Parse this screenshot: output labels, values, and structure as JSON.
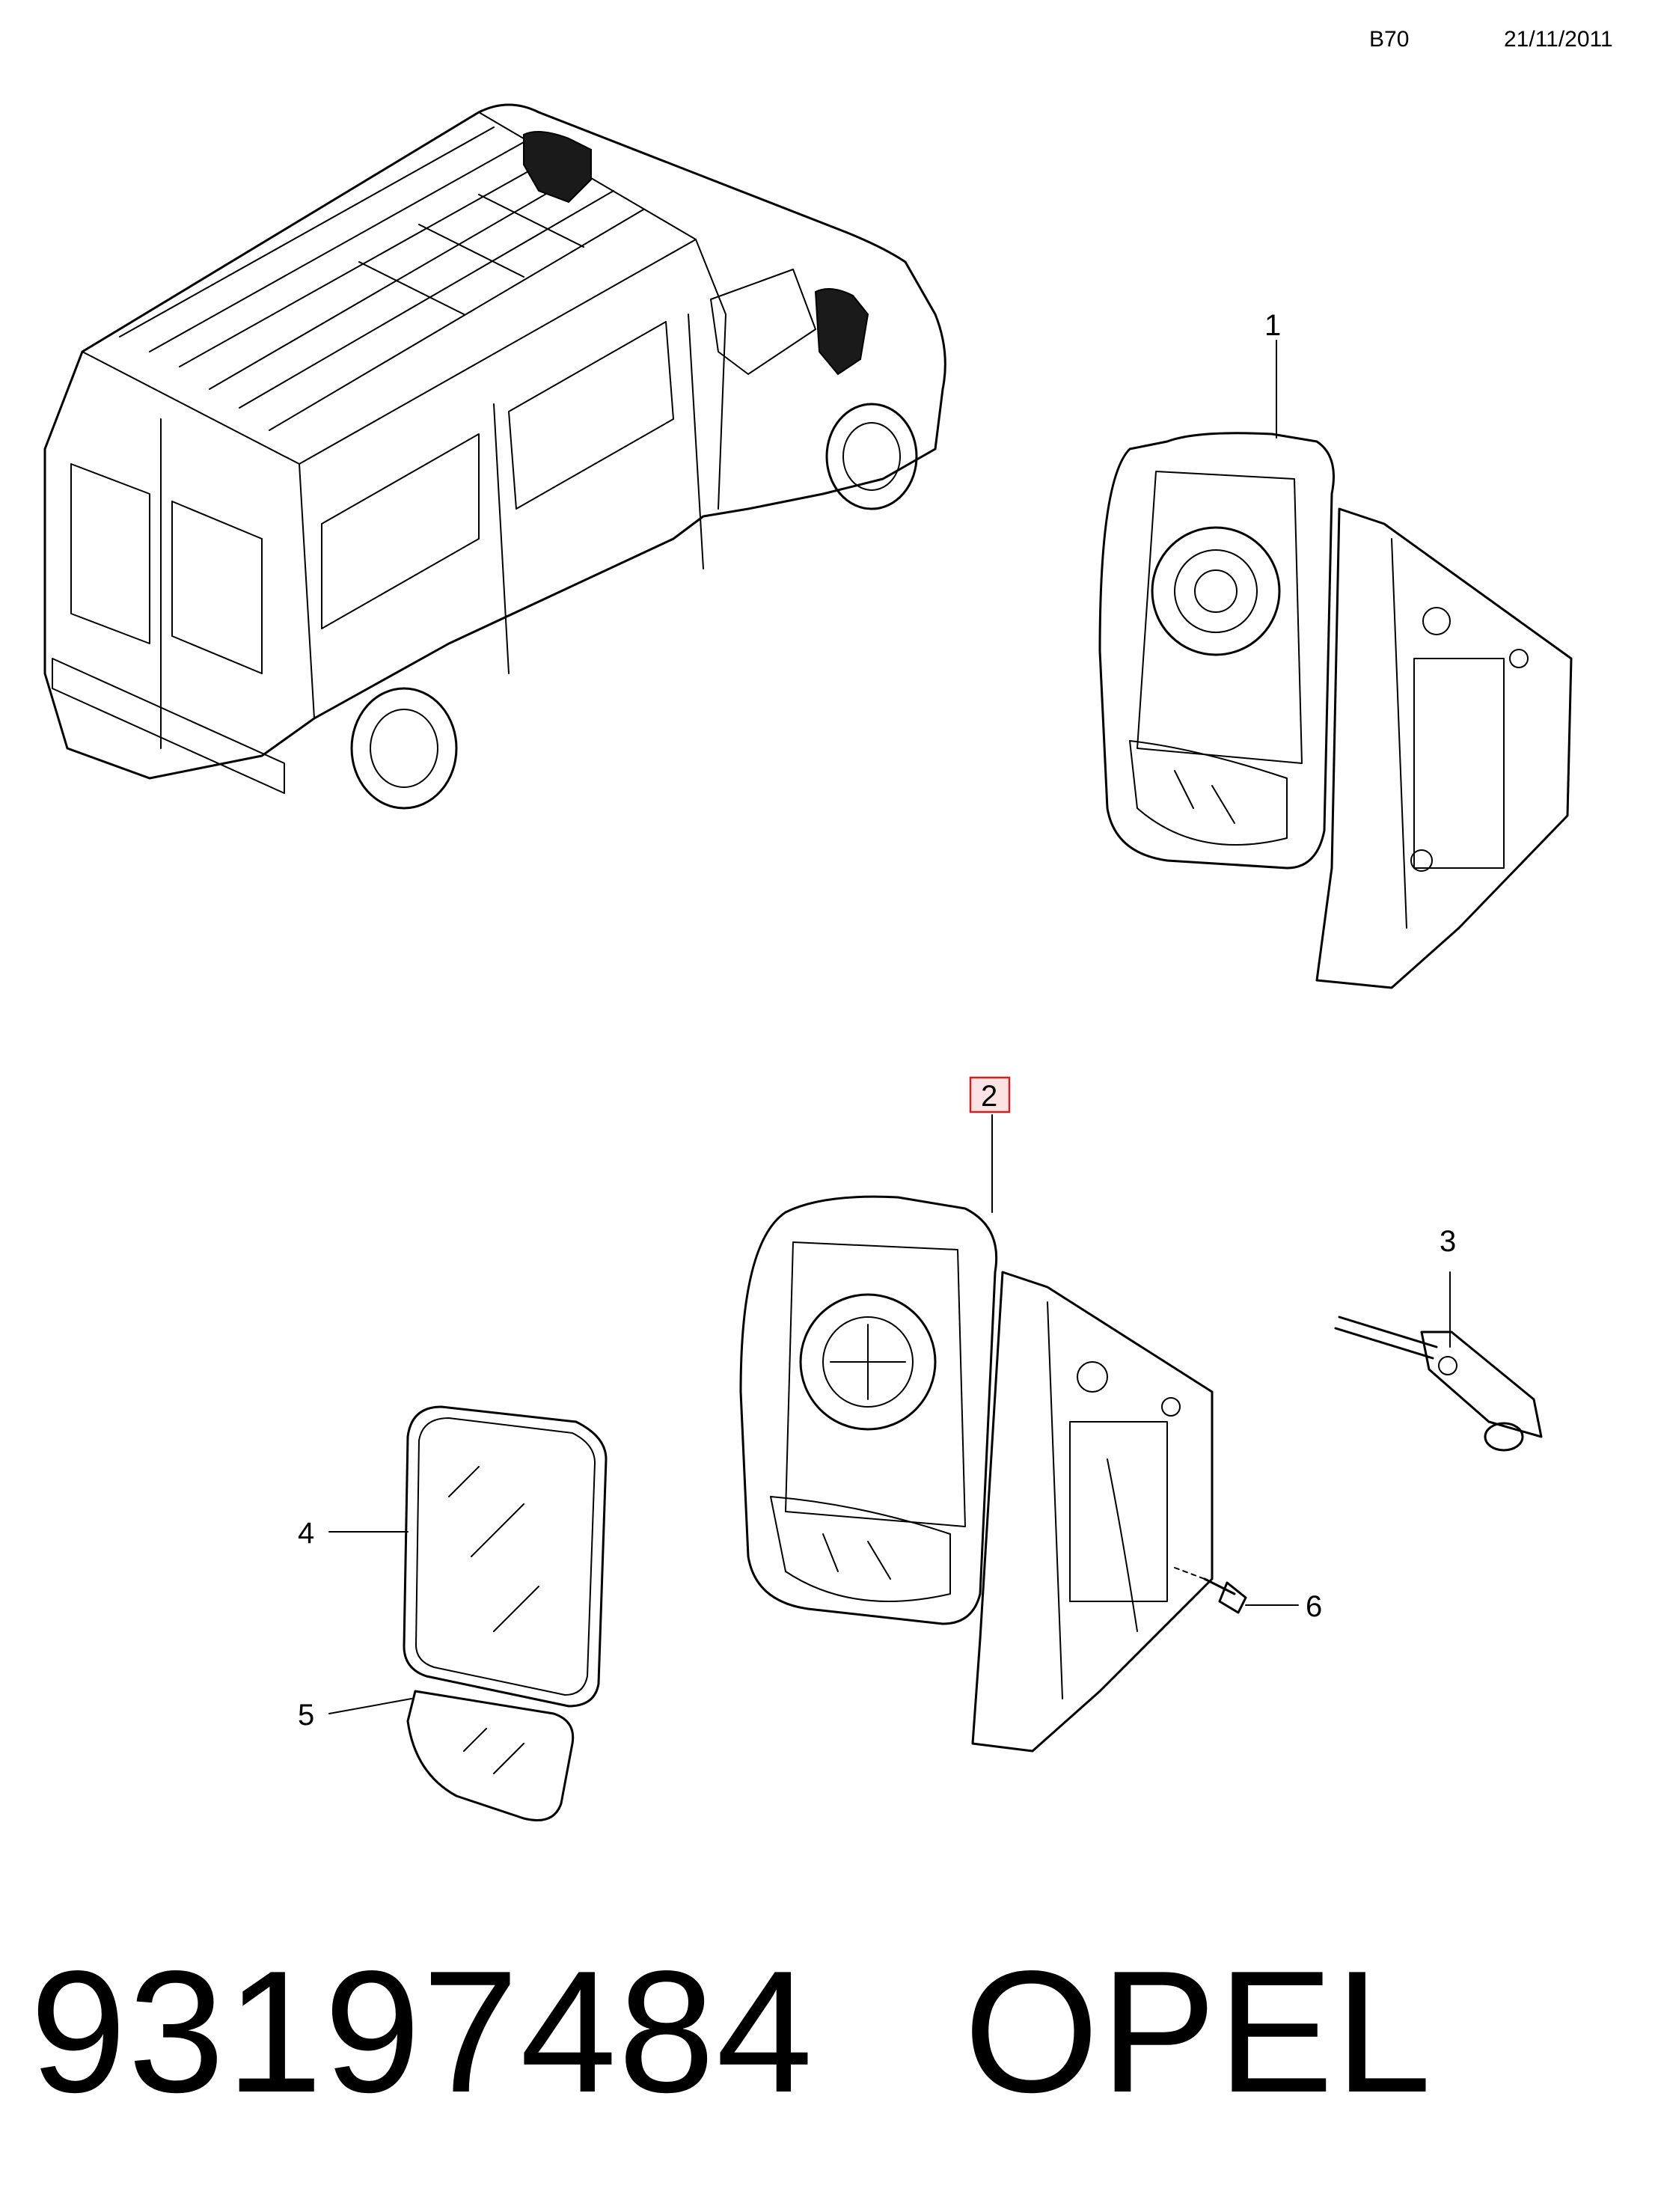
{
  "header": {
    "code": "B70",
    "date": "21/11/2011"
  },
  "callouts": {
    "c1": "1",
    "c2": "2",
    "c3": "3",
    "c4": "4",
    "c5": "5",
    "c6": "6"
  },
  "highlighted_callout": "2",
  "footer": {
    "part_number": "93197484",
    "brand": "OPEL"
  },
  "colors": {
    "highlight_fill": "#fbe3e3",
    "highlight_stroke": "#d02020",
    "line": "#000000"
  }
}
